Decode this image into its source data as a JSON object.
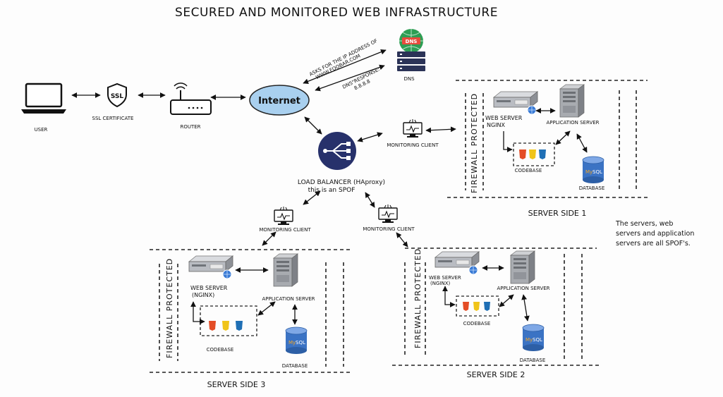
{
  "title": "SECURED AND MONITORED WEB INFRASTRUCTURE",
  "user": "USER",
  "ssl": {
    "badge": "SSL",
    "label": "SSL CERTIFICATE"
  },
  "router": "ROUTER",
  "internet": "Internet",
  "dns": {
    "badge": "DNS",
    "label": "DNS"
  },
  "dns_query": [
    "ASKS FOR THE IP ADDRESS OF",
    "WWW.FOOBAR.COM"
  ],
  "dns_response": [
    "DNS\"RESPONSE:",
    "8.8.8.8"
  ],
  "load_balancer": [
    "LOAD BALANCER (HAproxy)",
    "this is an SPOF"
  ],
  "monitoring_client": "MONITORING CLIENT",
  "firewall": "FIREWALL PROTECTED",
  "web_server": [
    "WEB SERVER",
    "NGINX"
  ],
  "web_server_paren": [
    "WEB SERVER",
    "(NGINX)"
  ],
  "application_server": "APPLICATION SERVER",
  "codebase": "CODEBASE",
  "database": "DATABASE",
  "code_icons": [
    "HTML5",
    "JS",
    "CSS3"
  ],
  "server_sides": [
    "SERVER SIDE 1",
    "SERVER SIDE 2",
    "SERVER SIDE 3"
  ],
  "note": [
    "The servers, web",
    "servers and application",
    "servers are all SPOF's."
  ],
  "colors": {
    "internet_fill": "#a9d0ef",
    "lb_fill": "#27316b",
    "dns_green": "#2e9e54",
    "dns_navy": "#2b3357",
    "html": "#e44d26",
    "js": "#f0c419",
    "css": "#1f6fb5",
    "db_blue": "#3b73c4"
  }
}
